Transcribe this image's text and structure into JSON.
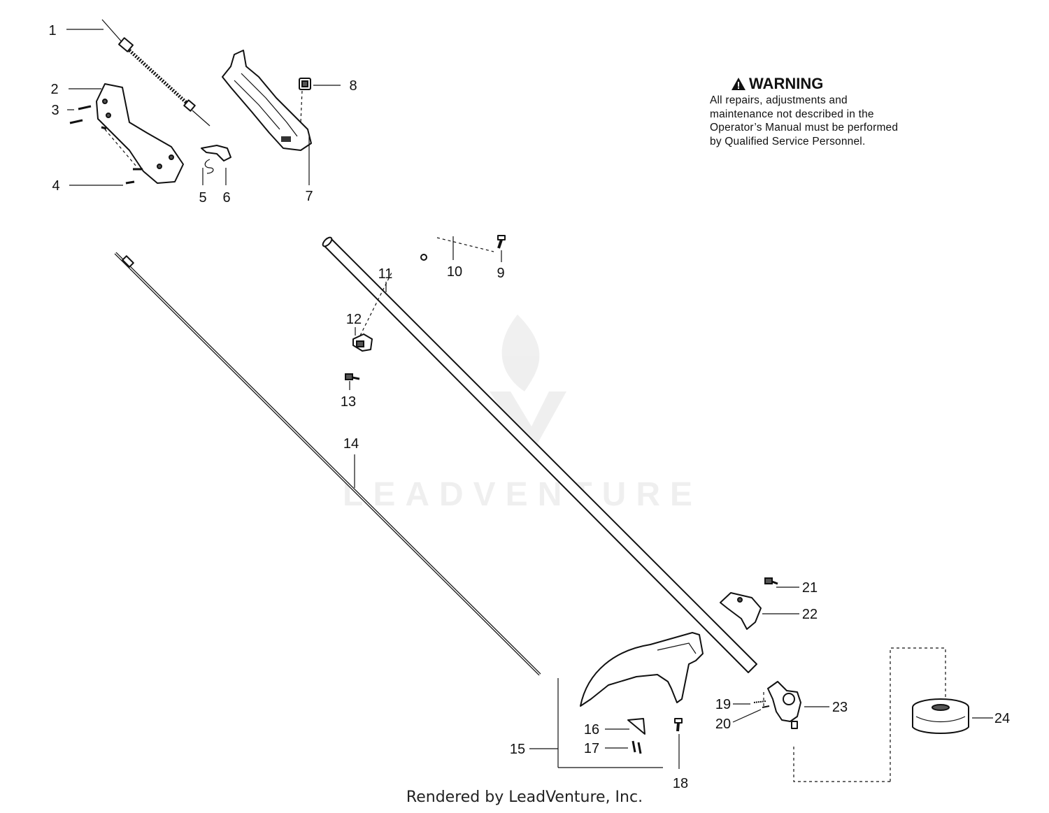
{
  "warning": {
    "title": "WARNING",
    "text": "All repairs, adjustments and maintenance not described in the Operator’s Manual must be performed by Qualified Service Personnel."
  },
  "watermark": "LEADVENTURE",
  "footer": "Rendered by LeadVenture, Inc.",
  "callouts": {
    "c1": "1",
    "c2": "2",
    "c3": "3",
    "c4": "4",
    "c5": "5",
    "c6": "6",
    "c7": "7",
    "c8": "8",
    "c9": "9",
    "c10": "10",
    "c11": "11",
    "c12": "12",
    "c13": "13",
    "c14": "14",
    "c15": "15",
    "c16": "16",
    "c17": "17",
    "c18": "18",
    "c19": "19",
    "c20": "20",
    "c21": "21",
    "c22": "22",
    "c23": "23",
    "c24": "24"
  }
}
